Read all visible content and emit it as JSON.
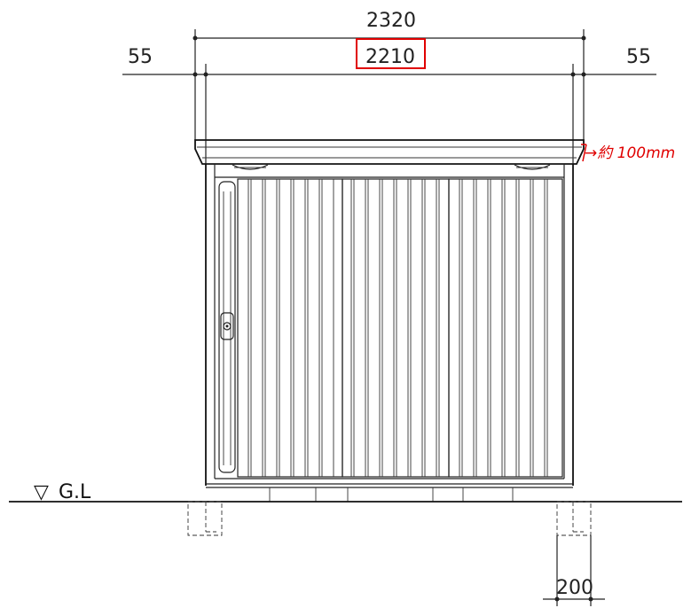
{
  "dimensions": {
    "overall_width": "2320",
    "inner_width": "2210",
    "left_overhang": "55",
    "right_overhang": "55",
    "foundation_width": "200"
  },
  "annotation": {
    "roof_overhang_note": "→約 100mm",
    "highlight_color": "#e00000"
  },
  "ground_label": "G.L",
  "ground_symbol": "▽"
}
